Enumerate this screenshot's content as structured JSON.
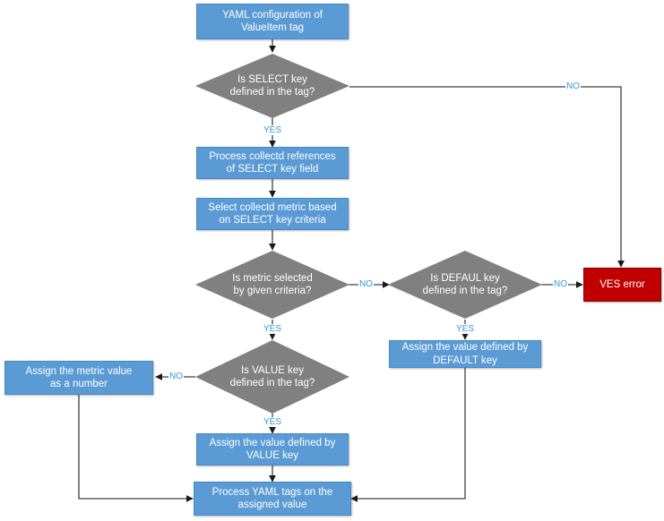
{
  "diagram": {
    "title": "YAML ValueItem tag processing flowchart",
    "colors": {
      "process_fill": "#5B9BD5",
      "decision_fill": "#808080",
      "error_fill": "#C00000",
      "label_text": "#2E9BD6",
      "node_text": "#FFFFFF",
      "connector": "#404040",
      "background": "#FFFFFF"
    }
  },
  "nodes": {
    "start": {
      "label": "YAML configuration of\nValueItem tag",
      "type": "process"
    },
    "select_key_decision": {
      "label": "Is SELECT key\ndefined in the tag?",
      "type": "decision"
    },
    "process_refs": {
      "label": "Process collectd references\nof SELECT key field",
      "type": "process"
    },
    "select_metric": {
      "label": "Select collectd metric based\non SELECT key criteria",
      "type": "process"
    },
    "metric_selected_decision": {
      "label": "Is metric selected\nby given criteria?",
      "type": "decision"
    },
    "defaul_key_decision": {
      "label": "Is DEFAUL key\ndefined in the tag?",
      "type": "decision"
    },
    "ves_error": {
      "label": "VES error",
      "type": "error"
    },
    "assign_default": {
      "label": "Assign the value defined by\nDEFAULT key",
      "type": "process"
    },
    "value_key_decision": {
      "label": "Is VALUE key\ndefined in the tag?",
      "type": "decision"
    },
    "assign_metric_number": {
      "label": "Assign the metric value\nas a number",
      "type": "process"
    },
    "assign_value": {
      "label": "Assign the value defined by\nVALUE key",
      "type": "process"
    },
    "process_yaml_tags": {
      "label": "Process YAML tags on the\nassigned value",
      "type": "process"
    }
  },
  "edge_labels": {
    "select_no": "NO",
    "select_yes": "YES",
    "metric_no": "NO",
    "metric_yes": "YES",
    "defaul_no": "NO",
    "defaul_yes": "YES",
    "value_no": "NO",
    "value_yes": "YES"
  }
}
